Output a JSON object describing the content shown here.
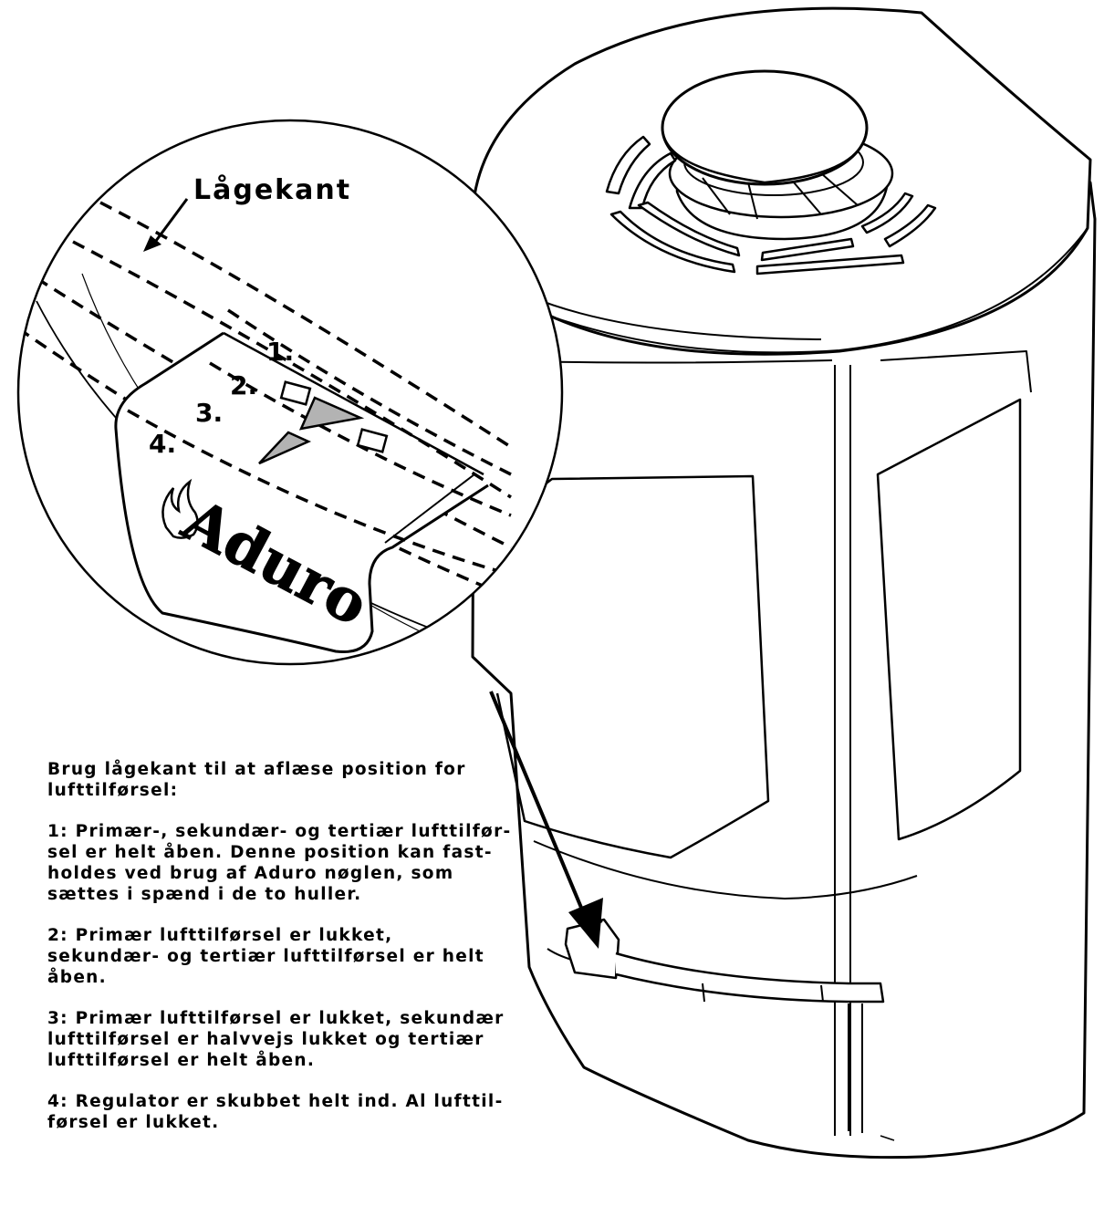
{
  "callout": {
    "title": "Lågekant",
    "positions": [
      "1.",
      "2.",
      "3.",
      "4."
    ],
    "logo": "Aduro"
  },
  "caption": {
    "intro": "Brug lågekant til at aflæse position for\nlufttilførsel:",
    "items": [
      "1: Primær-, sekundær- og tertiær lufttilfør-\nsel er helt åben. Denne position kan fast-\nholdes ved brug af Aduro nøglen, som\nsættes i spænd i de to huller.",
      "2: Primær lufttilførsel er lukket,\nsekundær- og tertiær lufttilførsel er helt\nåben.",
      "3: Primær lufttilførsel er lukket, sekundær\nlufttilførsel er halvvejs lukket og tertiær\nlufttilførsel er helt åben.",
      "4: Regulator er skubbet helt ind. Al lufttil-\nførsel er lukket."
    ]
  },
  "colors": {
    "line": "#000000",
    "marker_fill": "#b3b3b3",
    "background": "#ffffff"
  }
}
